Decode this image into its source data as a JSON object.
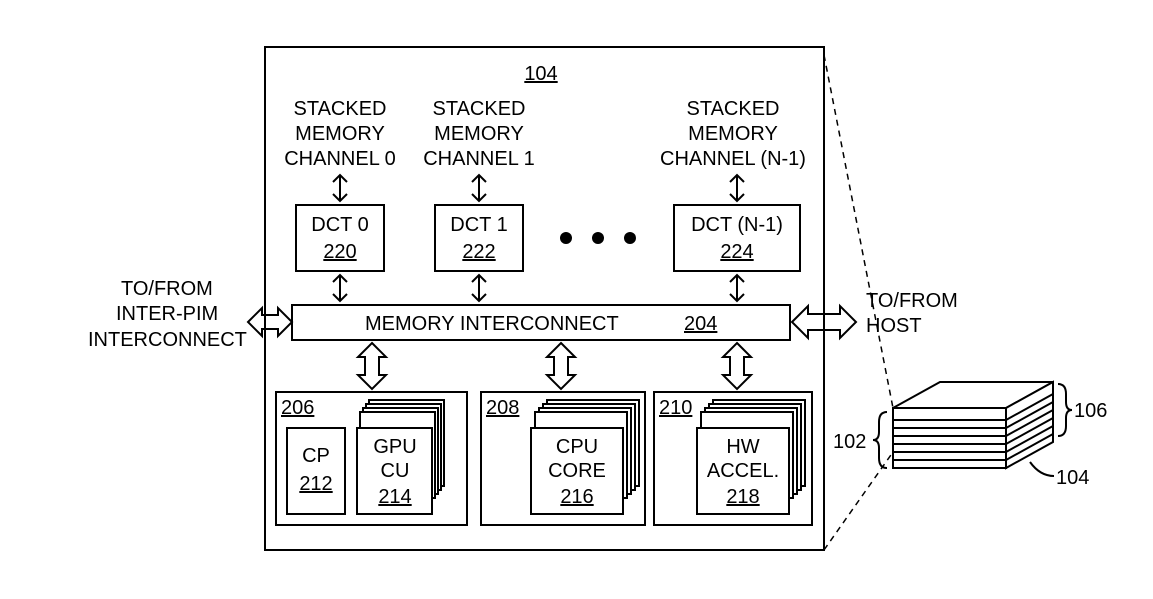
{
  "module": {
    "ref": "104"
  },
  "channels": [
    {
      "line1": "STACKED",
      "line2": "MEMORY",
      "line3": "CHANNEL 0",
      "dct_label": "DCT 0",
      "dct_ref": "220"
    },
    {
      "line1": "STACKED",
      "line2": "MEMORY",
      "line3": "CHANNEL 1",
      "dct_label": "DCT 1",
      "dct_ref": "222"
    },
    {
      "line1": "STACKED",
      "line2": "MEMORY",
      "line3": "CHANNEL (N-1)",
      "dct_label": "DCT (N-1)",
      "dct_ref": "224"
    }
  ],
  "interconnect": {
    "label": "MEMORY INTERCONNECT",
    "ref": "204"
  },
  "left_external": {
    "line1": "TO/FROM",
    "line2": "INTER-PIM",
    "line3": "INTERCONNECT"
  },
  "right_external": {
    "line1": "TO/FROM",
    "line2": "HOST"
  },
  "groups": [
    {
      "ref": "206",
      "cp_label": "CP",
      "cp_ref": "212",
      "unit_line1": "GPU",
      "unit_line2": "CU",
      "unit_ref": "214"
    },
    {
      "ref": "208",
      "unit_line1": "CPU",
      "unit_line2": "CORE",
      "unit_ref": "216"
    },
    {
      "ref": "210",
      "unit_line1": "HW",
      "unit_line2": "ACCEL.",
      "unit_ref": "218"
    }
  ],
  "stack": {
    "ref_group": "102",
    "ref_top": "106",
    "ref_bottom": "104"
  }
}
